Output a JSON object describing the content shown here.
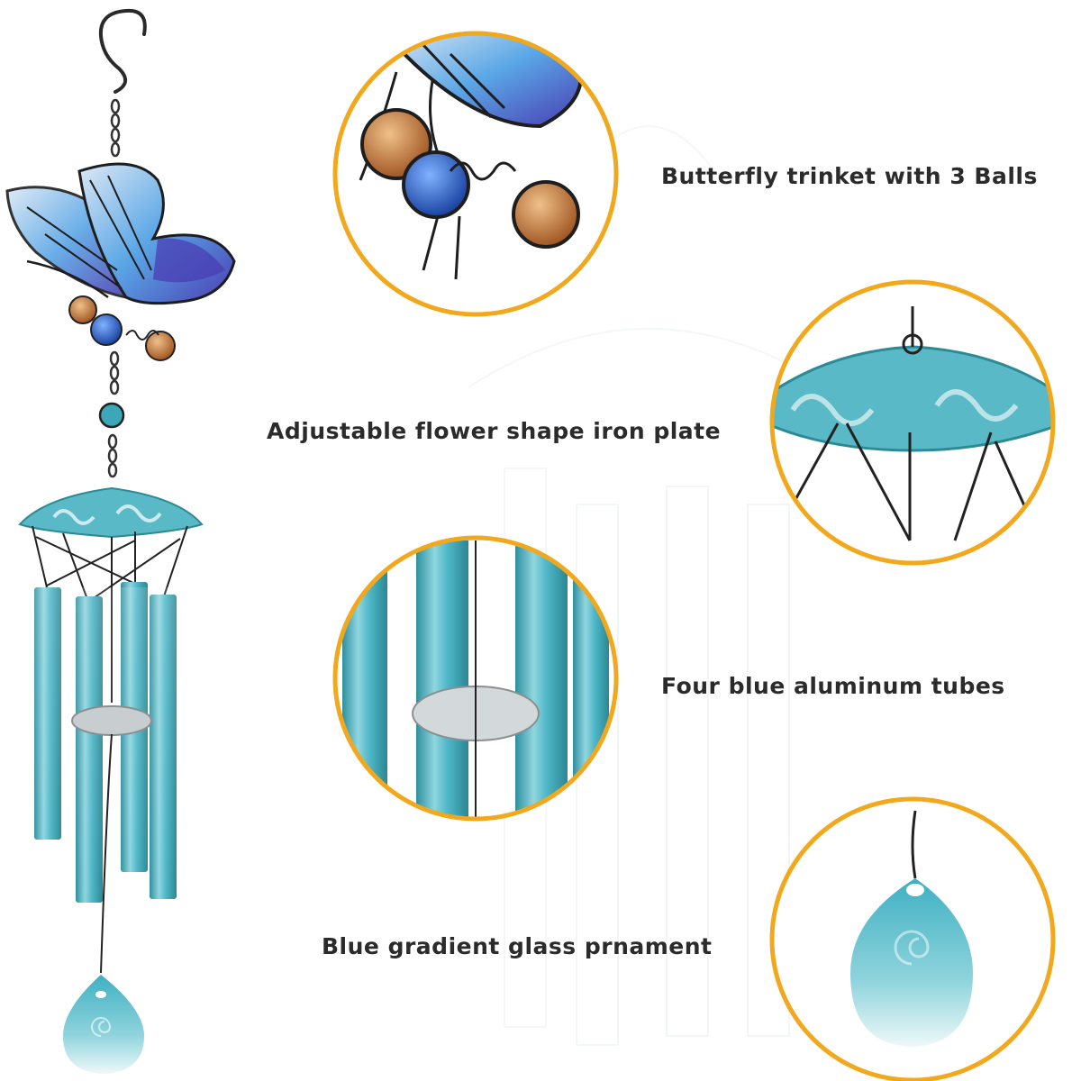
{
  "captions": {
    "butterfly": "Butterfly trinket with 3 Balls",
    "plate": "Adjustable flower shape iron plate",
    "tubes": "Four blue aluminum tubes",
    "ornament": "Blue gradient glass prnament"
  },
  "colors": {
    "ring": "#f2a81d",
    "tube": "#4fb7c7",
    "tube_light": "#bfe6ea",
    "metal": "#2a2a2a",
    "wing_blue": "#4a8fd8",
    "wing_purple": "#5a4ab8",
    "bead_amber": "#b86a2c",
    "bead_blue": "#1f5fc8",
    "glass_top": "#4fb7c7",
    "glass_bottom": "#e8f6f6"
  },
  "icons": [
    "hook-icon",
    "butterfly-icon",
    "wind-chime-icon",
    "glass-drop-icon"
  ]
}
